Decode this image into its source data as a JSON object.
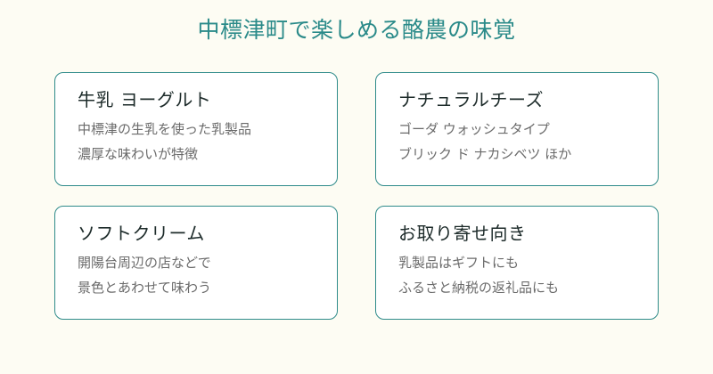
{
  "page": {
    "title": "中標津町で楽しめる酪農の味覚"
  },
  "cards": [
    {
      "title": "牛乳 ヨーグルト",
      "lines": [
        "中標津の生乳を使った乳製品",
        "濃厚な味わいが特徴"
      ]
    },
    {
      "title": "ナチュラルチーズ",
      "lines": [
        "ゴーダ ウォッシュタイプ",
        "ブリック ド ナカシベツ ほか"
      ]
    },
    {
      "title": "ソフトクリーム",
      "lines": [
        "開陽台周辺の店などで",
        "景色とあわせて味わう"
      ]
    },
    {
      "title": "お取り寄せ向き",
      "lines": [
        "乳製品はギフトにも",
        "ふるさと納税の返礼品にも"
      ]
    }
  ],
  "colors": {
    "background": "#fdfcf3",
    "accent": "#2a8a89",
    "card_border": "#2f8b8a",
    "card_title": "#1d2b2a",
    "card_text": "#6b6b6b"
  }
}
